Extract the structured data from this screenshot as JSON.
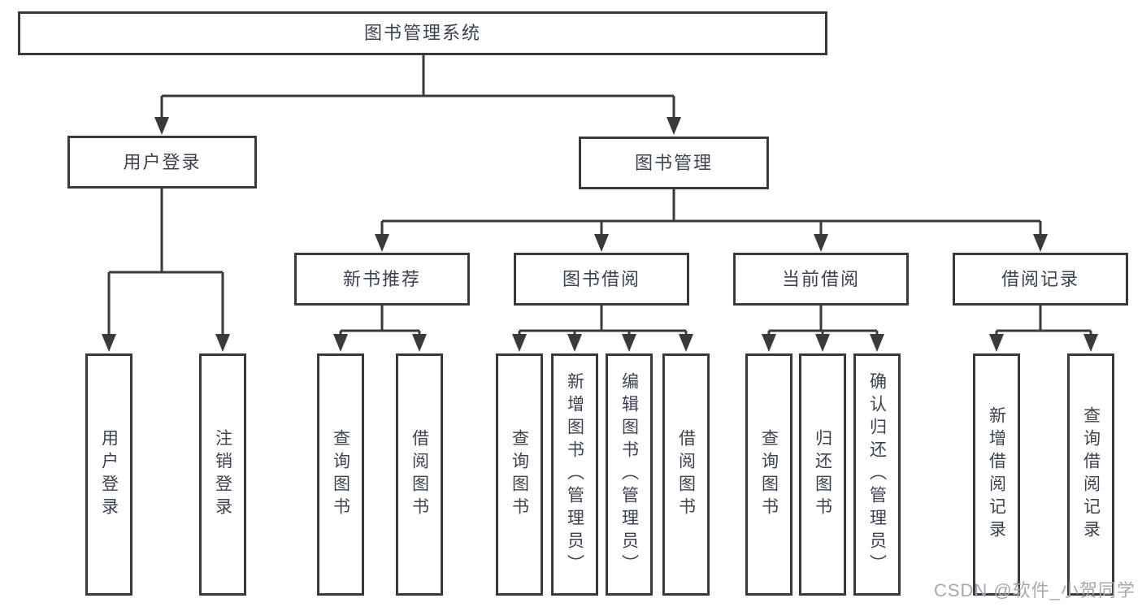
{
  "diagram": {
    "root": {
      "label": "图书管理系统",
      "children": [
        {
          "label": "用户登录",
          "children": [
            {
              "label": "用户登录"
            },
            {
              "label": "注销登录"
            }
          ]
        },
        {
          "label": "图书管理",
          "children": [
            {
              "label": "新书推荐",
              "children": [
                {
                  "label": "查询图书"
                },
                {
                  "label": "借阅图书"
                }
              ]
            },
            {
              "label": "图书借阅",
              "children": [
                {
                  "label": "查询图书"
                },
                {
                  "label": "新增图书（管理员）"
                },
                {
                  "label": "编辑图书（管理员）"
                },
                {
                  "label": "借阅图书"
                }
              ]
            },
            {
              "label": "当前借阅",
              "children": [
                {
                  "label": "查询图书"
                },
                {
                  "label": "归还图书"
                },
                {
                  "label": "确认归还（管理员）"
                }
              ]
            },
            {
              "label": "借阅记录",
              "children": [
                {
                  "label": "新增借阅记录"
                },
                {
                  "label": "查询借阅记录"
                }
              ]
            }
          ]
        }
      ]
    }
  },
  "watermark": {
    "text": "CSDN @软件_小贺同学"
  },
  "colors": {
    "line": "#3a3a3a",
    "box_border": "#3a3a3a",
    "text": "#3c434e",
    "watermark": "#a5a9af",
    "background": "#ffffff"
  }
}
